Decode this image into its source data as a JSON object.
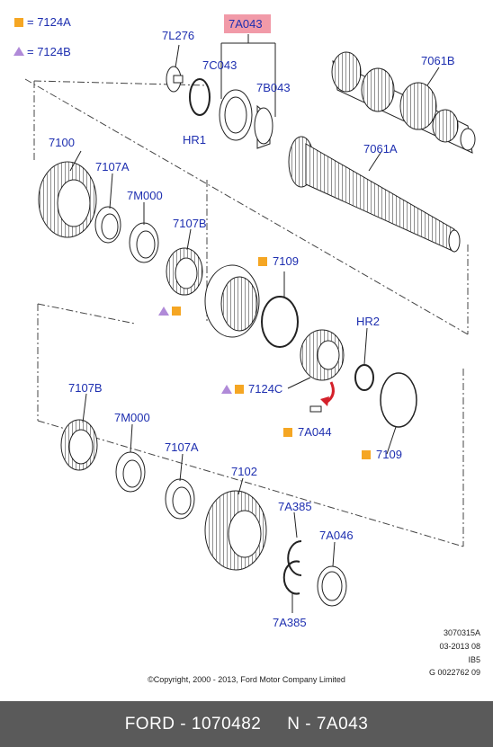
{
  "legend": [
    {
      "text": "= 7124A",
      "marker": "square",
      "color": "#f5a623"
    },
    {
      "text": "= 7124B",
      "marker": "triangle",
      "color": "#b08ad8"
    }
  ],
  "labels": {
    "l7A043": "7A043",
    "l7L276": "7L276",
    "l7C043": "7C043",
    "l7B043": "7B043",
    "lHR1": "HR1",
    "l7061B": "7061B",
    "l7100": "7100",
    "l7107A_top": "7107A",
    "l7M000_top": "7M000",
    "l7107B_top": "7107B",
    "l7061A": "7061A",
    "l7109_top": "7109",
    "lHR2": "HR2",
    "l7124C": "7124C",
    "l7A044": "7A044",
    "l7109_bot": "7109",
    "l7107B_bot": "7107B",
    "l7M000_bot": "7M000",
    "l7107A_bot": "7107A",
    "l7102": "7102",
    "l7A385_top": "7A385",
    "l7A046": "7A046",
    "l7A385_bot": "7A385"
  },
  "meta": {
    "line1": "3070315A",
    "line2": "03-2013 08",
    "line3": "IB5",
    "line4": "G 0022762 09"
  },
  "copyright": "©Copyright, 2000 - 2013, Ford Motor Company Limited",
  "footer": "FORD - 1070482     N - 7A043",
  "colors": {
    "label": "#1e2fb0",
    "highlight": "#f19aa8",
    "square": "#f5a623",
    "triangle": "#b08ad8",
    "footer_bg": "#5a5a5a"
  }
}
